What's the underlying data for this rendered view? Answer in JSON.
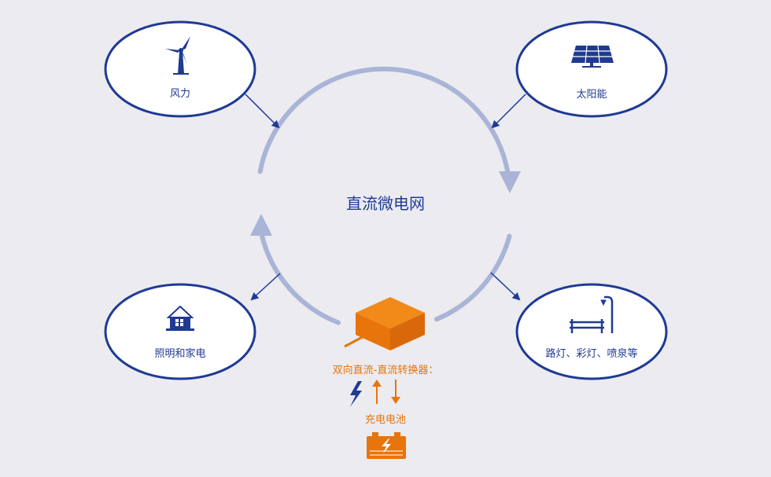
{
  "diagram": {
    "center_title": "直流微电网",
    "nodes": {
      "wind": {
        "label": "风力",
        "icon": "wind-turbine-icon"
      },
      "solar": {
        "label": "太阳能",
        "icon": "solar-panel-icon"
      },
      "home": {
        "label": "照明和家电",
        "icon": "house-icon"
      },
      "street": {
        "label": "路灯、彩灯、喷泉等",
        "icon": "street-lamp-bench-icon"
      }
    },
    "converter": {
      "label": "双向直流-直流转换器：",
      "icon": "converter-box-icon"
    },
    "battery": {
      "label": "充电电池",
      "icon": "battery-icon"
    },
    "colors": {
      "primary": "#1f3a93",
      "ring": "#a9b4d6",
      "accent": "#e8740c",
      "background": "#ebebf0"
    }
  }
}
